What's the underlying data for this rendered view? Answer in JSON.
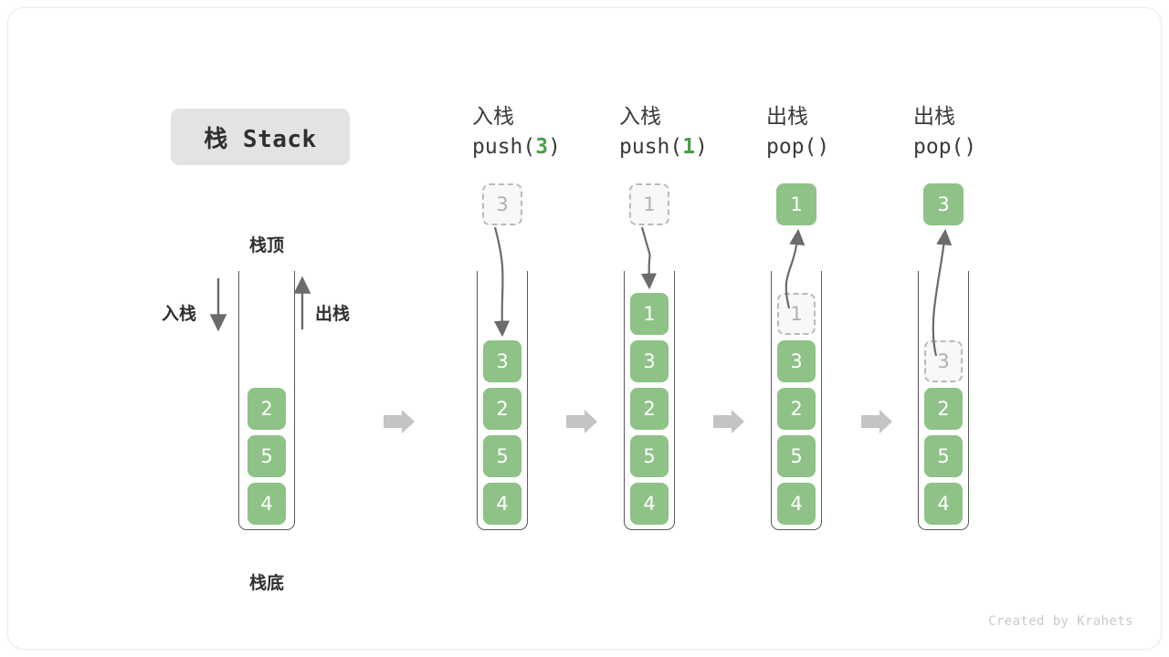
{
  "title_badge": "栈 Stack",
  "watermark": "Created by Krahets",
  "colors": {
    "cell_fill": "#8ec287",
    "cell_text": "#ffffff",
    "ghost_border": "#b9b9b9",
    "ghost_text": "#b0b0b0",
    "accent_green": "#479e47",
    "arrow_gray": "#6b6b6b",
    "step_arrow": "#c4c4c4",
    "badge_bg": "#e3e3e3",
    "container_line": "#5a5a5a"
  },
  "initial_stack": {
    "top_label": "栈顶",
    "bottom_label": "栈底",
    "push_label": "入栈",
    "pop_label": "出栈",
    "capacity": 5,
    "cells": [
      "2",
      "5",
      "4"
    ]
  },
  "stages": [
    {
      "name": "push-3",
      "header_cn": "入栈",
      "header_fn_prefix": "push(",
      "header_fn_arg": "3",
      "header_fn_suffix": ")",
      "float_value": "3",
      "float_state": "ghost",
      "float_position": "above",
      "arrow_direction": "down",
      "capacity": 5,
      "cells": [
        {
          "value": "3",
          "state": "filled"
        },
        {
          "value": "2",
          "state": "filled"
        },
        {
          "value": "5",
          "state": "filled"
        },
        {
          "value": "4",
          "state": "filled"
        }
      ]
    },
    {
      "name": "push-1",
      "header_cn": "入栈",
      "header_fn_prefix": "push(",
      "header_fn_arg": "1",
      "header_fn_suffix": ")",
      "float_value": "1",
      "float_state": "ghost",
      "float_position": "above",
      "arrow_direction": "down",
      "capacity": 5,
      "cells": [
        {
          "value": "1",
          "state": "filled"
        },
        {
          "value": "3",
          "state": "filled"
        },
        {
          "value": "2",
          "state": "filled"
        },
        {
          "value": "5",
          "state": "filled"
        },
        {
          "value": "4",
          "state": "filled"
        }
      ]
    },
    {
      "name": "pop-1",
      "header_cn": "出栈",
      "header_fn_prefix": "pop(",
      "header_fn_arg": "",
      "header_fn_suffix": ")",
      "float_value": "1",
      "float_state": "filled",
      "float_position": "above",
      "arrow_direction": "up",
      "capacity": 5,
      "cells": [
        {
          "value": "1",
          "state": "ghost"
        },
        {
          "value": "3",
          "state": "filled"
        },
        {
          "value": "2",
          "state": "filled"
        },
        {
          "value": "5",
          "state": "filled"
        },
        {
          "value": "4",
          "state": "filled"
        }
      ]
    },
    {
      "name": "pop-3",
      "header_cn": "出栈",
      "header_fn_prefix": "pop(",
      "header_fn_arg": "",
      "header_fn_suffix": ")",
      "float_value": "3",
      "float_state": "filled",
      "float_position": "above",
      "arrow_direction": "up",
      "capacity": 5,
      "cells": [
        {
          "value": "3",
          "state": "ghost"
        },
        {
          "value": "2",
          "state": "filled"
        },
        {
          "value": "5",
          "state": "filled"
        },
        {
          "value": "4",
          "state": "filled"
        }
      ]
    }
  ]
}
